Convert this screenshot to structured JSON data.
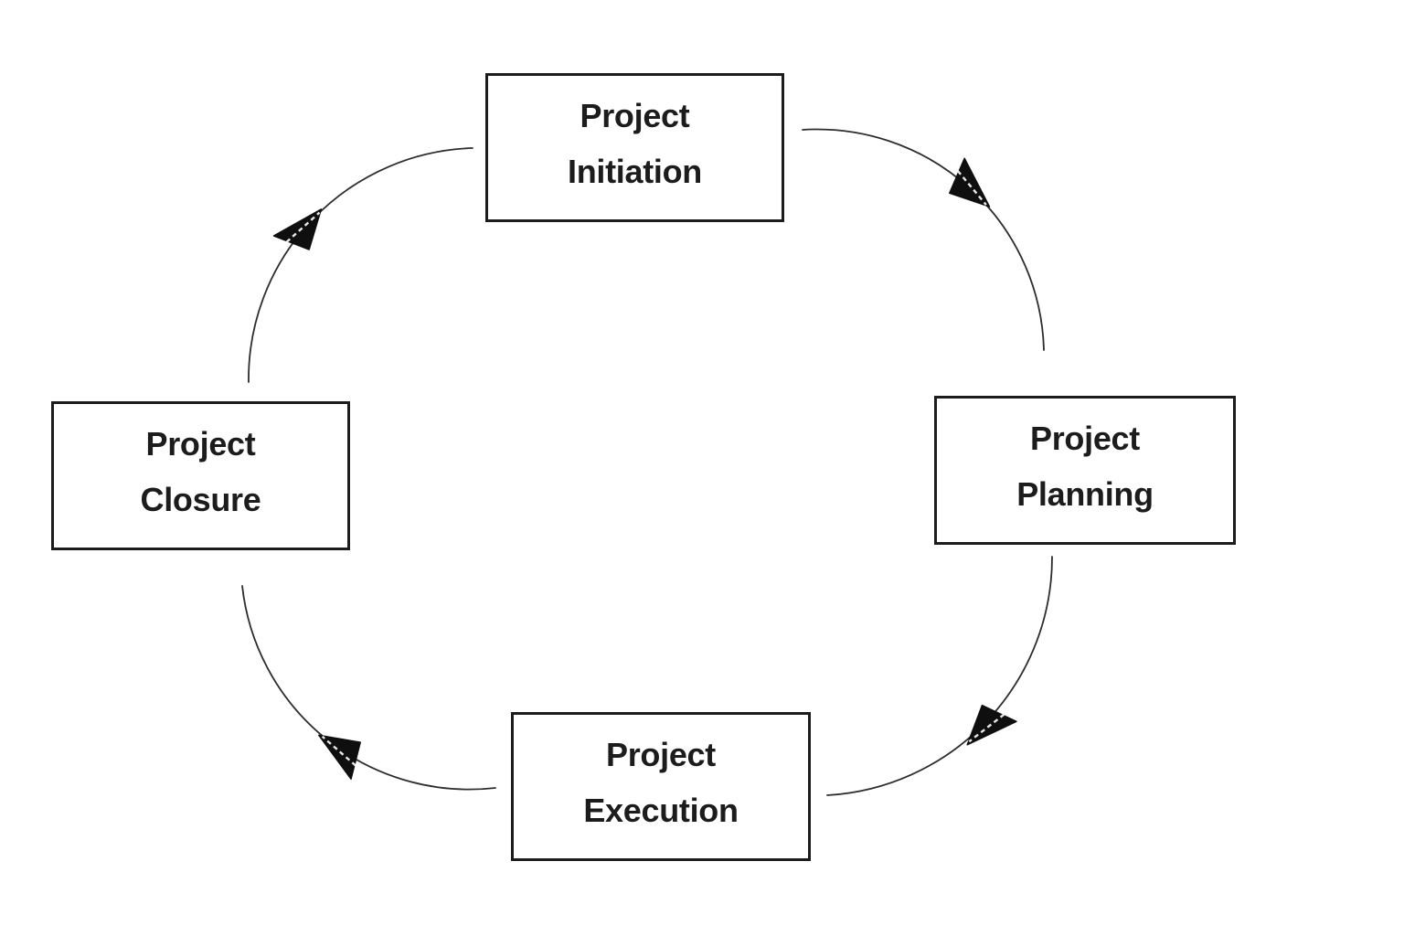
{
  "diagram": {
    "kind": "cycle",
    "nodes": [
      {
        "id": "project-initiation",
        "position": "top",
        "label_line1": "Project",
        "label_line2": "Initiation"
      },
      {
        "id": "project-planning",
        "position": "right",
        "label_line1": "Project",
        "label_line2": "Planning"
      },
      {
        "id": "project-execution",
        "position": "bottom",
        "label_line1": "Project",
        "label_line2": "Execution"
      },
      {
        "id": "project-closure",
        "position": "left",
        "label_line1": "Project",
        "label_line2": "Closure"
      }
    ],
    "edges": [
      {
        "from": "Project Initiation",
        "to": "Project Planning",
        "direction": "clockwise"
      },
      {
        "from": "Project Planning",
        "to": "Project Execution",
        "direction": "clockwise"
      },
      {
        "from": "Project Execution",
        "to": "Project Closure",
        "direction": "clockwise"
      },
      {
        "from": "Project Closure",
        "to": "Project Initiation",
        "direction": "clockwise"
      }
    ],
    "colors": {
      "background": "#ffffff",
      "node_fill": "#ffffff",
      "node_border": "#1c1c1c",
      "text": "#1c1c1c",
      "arc": "#2d2d2d",
      "arrow": "#0f0f0f"
    }
  }
}
